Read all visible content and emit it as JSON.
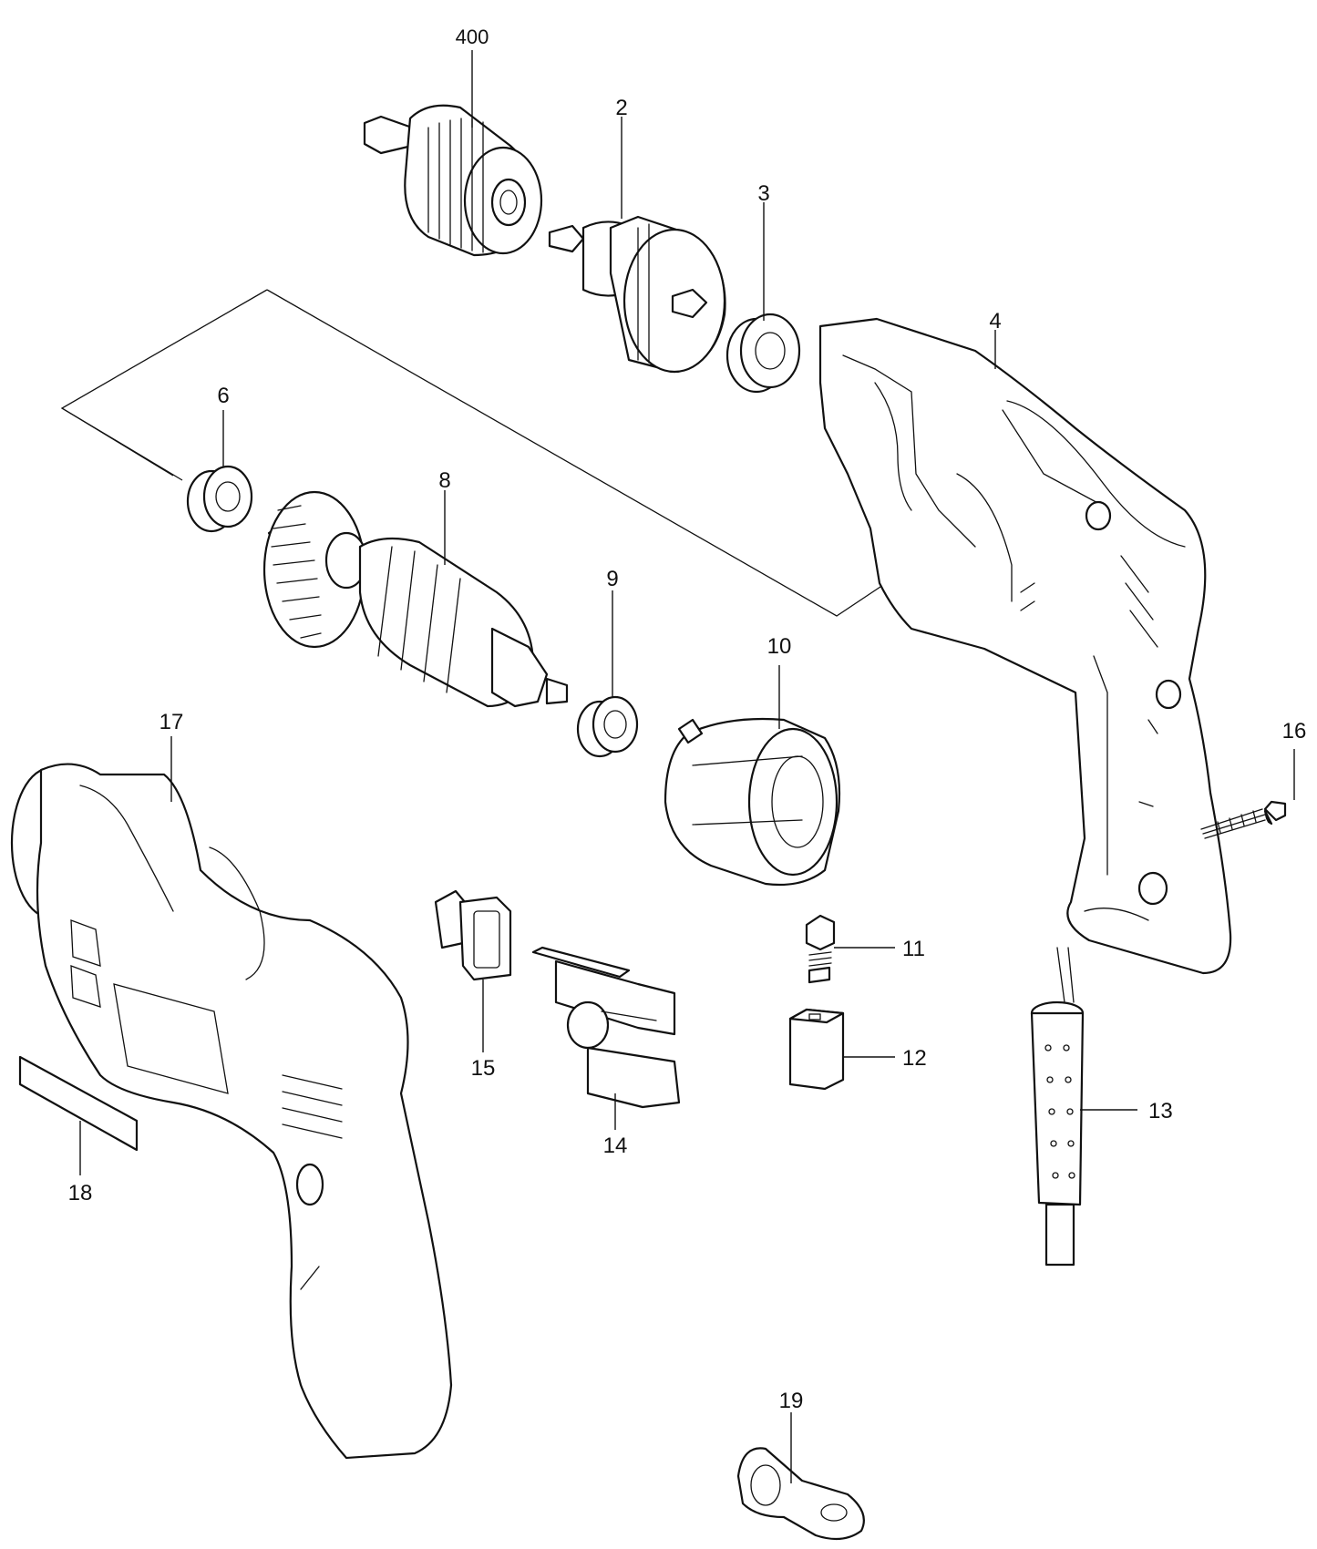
{
  "diagram": {
    "callouts": {
      "c400": "400",
      "c2": "2",
      "c3": "3",
      "c4": "4",
      "c6": "6",
      "c8": "8",
      "c9": "9",
      "c10": "10",
      "c11": "11",
      "c12": "12",
      "c13": "13",
      "c14": "14",
      "c15": "15",
      "c16": "16",
      "c17": "17",
      "c18": "18",
      "c19": "19"
    }
  }
}
